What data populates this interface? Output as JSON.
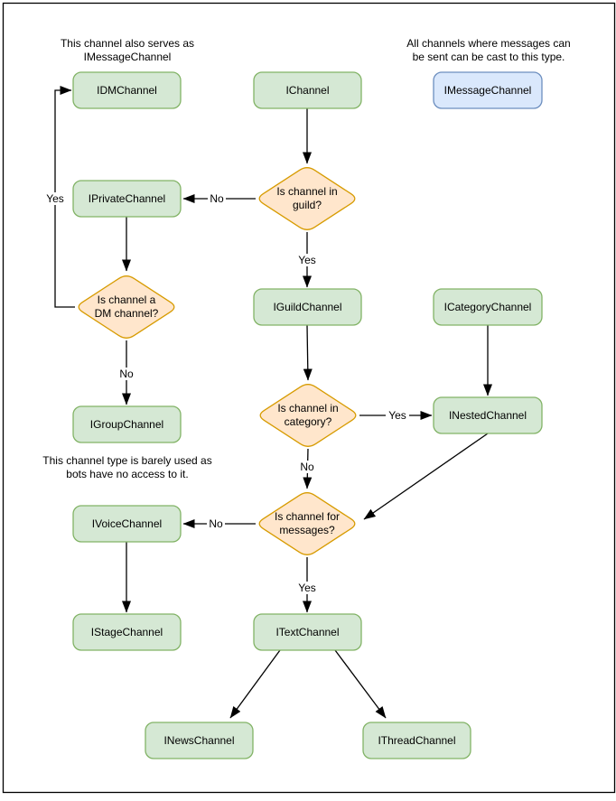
{
  "colors": {
    "node_fill_green": "#d5e8d4",
    "node_stroke_green": "#82b366",
    "node_fill_blue": "#dae8fc",
    "node_stroke_blue": "#6c8ebf",
    "decision_fill": "#ffe6cc",
    "decision_stroke": "#d79b00",
    "edge_color": "#000000",
    "text_color": "#000000",
    "background": "#ffffff",
    "page_border": "#000000"
  },
  "annotations": {
    "dm_note": {
      "line1": "This channel also serves as",
      "line2": "IMessageChannel"
    },
    "message_note": {
      "line1": "All channels where messages can",
      "line2": "be sent can be cast to this type."
    },
    "group_note": {
      "line1": "This channel type is barely used as",
      "line2": "bots have no access to it."
    }
  },
  "nodes": [
    {
      "id": "IDMChannel",
      "label": "IDMChannel",
      "color": "green"
    },
    {
      "id": "IChannel",
      "label": "IChannel",
      "color": "green"
    },
    {
      "id": "IMessageChannel",
      "label": "IMessageChannel",
      "color": "blue"
    },
    {
      "id": "IPrivateChannel",
      "label": "IPrivateChannel",
      "color": "green"
    },
    {
      "id": "IGuildChannel",
      "label": "IGuildChannel",
      "color": "green"
    },
    {
      "id": "ICategoryChannel",
      "label": "ICategoryChannel",
      "color": "green"
    },
    {
      "id": "INestedChannel",
      "label": "INestedChannel",
      "color": "green"
    },
    {
      "id": "IGroupChannel",
      "label": "IGroupChannel",
      "color": "green"
    },
    {
      "id": "IVoiceChannel",
      "label": "IVoiceChannel",
      "color": "green"
    },
    {
      "id": "IStageChannel",
      "label": "IStageChannel",
      "color": "green"
    },
    {
      "id": "ITextChannel",
      "label": "ITextChannel",
      "color": "green"
    },
    {
      "id": "INewsChannel",
      "label": "INewsChannel",
      "color": "green"
    },
    {
      "id": "IThreadChannel",
      "label": "IThreadChannel",
      "color": "green"
    }
  ],
  "decisions": [
    {
      "id": "guild-decision",
      "line1": "Is channel in",
      "line2": "guild?"
    },
    {
      "id": "dm-decision",
      "line1": "Is channel a",
      "line2": "DM channel?"
    },
    {
      "id": "category-decision",
      "line1": "Is channel in",
      "line2": "category?"
    },
    {
      "id": "messages-decision",
      "line1": "Is channel for",
      "line2": "messages?"
    }
  ],
  "edges": [
    {
      "from": "IChannel",
      "to": "guild-decision",
      "label": ""
    },
    {
      "from": "guild-decision",
      "to": "IPrivateChannel",
      "label": "No"
    },
    {
      "from": "guild-decision",
      "to": "IGuildChannel",
      "label": "Yes"
    },
    {
      "from": "IPrivateChannel",
      "to": "dm-decision",
      "label": ""
    },
    {
      "from": "dm-decision",
      "to": "IDMChannel",
      "label": "Yes"
    },
    {
      "from": "dm-decision",
      "to": "IGroupChannel",
      "label": "No"
    },
    {
      "from": "IGuildChannel",
      "to": "category-decision",
      "label": ""
    },
    {
      "from": "ICategoryChannel",
      "to": "INestedChannel",
      "label": ""
    },
    {
      "from": "category-decision",
      "to": "INestedChannel",
      "label": "Yes"
    },
    {
      "from": "category-decision",
      "to": "messages-decision",
      "label": "No"
    },
    {
      "from": "INestedChannel",
      "to": "messages-decision",
      "label": ""
    },
    {
      "from": "messages-decision",
      "to": "IVoiceChannel",
      "label": "No"
    },
    {
      "from": "messages-decision",
      "to": "ITextChannel",
      "label": "Yes"
    },
    {
      "from": "IVoiceChannel",
      "to": "IStageChannel",
      "label": ""
    },
    {
      "from": "ITextChannel",
      "to": "INewsChannel",
      "label": ""
    },
    {
      "from": "ITextChannel",
      "to": "IThreadChannel",
      "label": ""
    }
  ]
}
